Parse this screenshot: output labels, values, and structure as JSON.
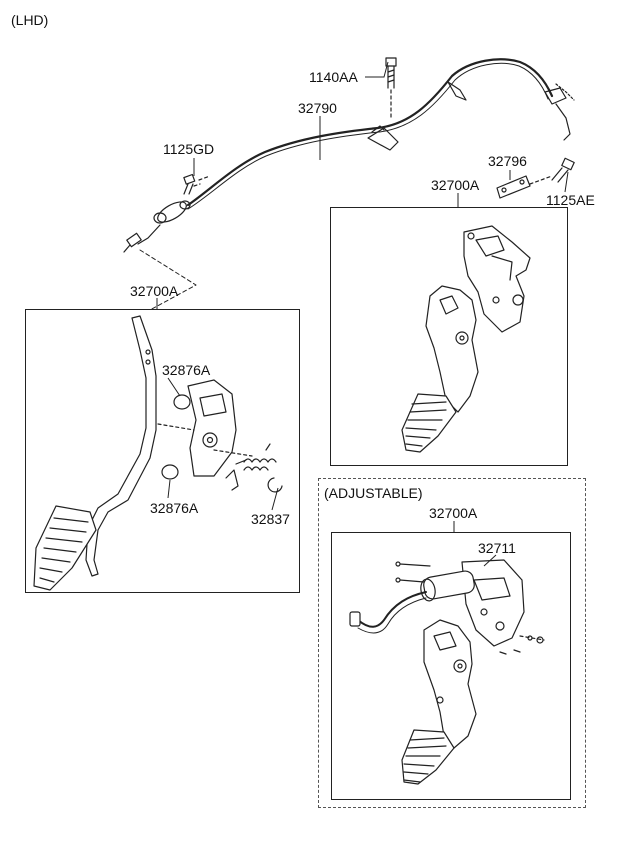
{
  "variant_note": "(LHD)",
  "adjustable_note": "(ADJUSTABLE)",
  "parts": {
    "bolt_top": "1140AA",
    "cable": "32790",
    "bolt_left": "1125GD",
    "plate": "32796",
    "bolt_right": "1125AE",
    "pedal_assy_upper_right": "32700A",
    "pedal_assy_left": "32700A",
    "stopper_upper": "32876A",
    "stopper_lower": "32876A",
    "spring_clip": "32837",
    "pedal_assy_adjustable": "32700A",
    "adjuster": "32711"
  }
}
